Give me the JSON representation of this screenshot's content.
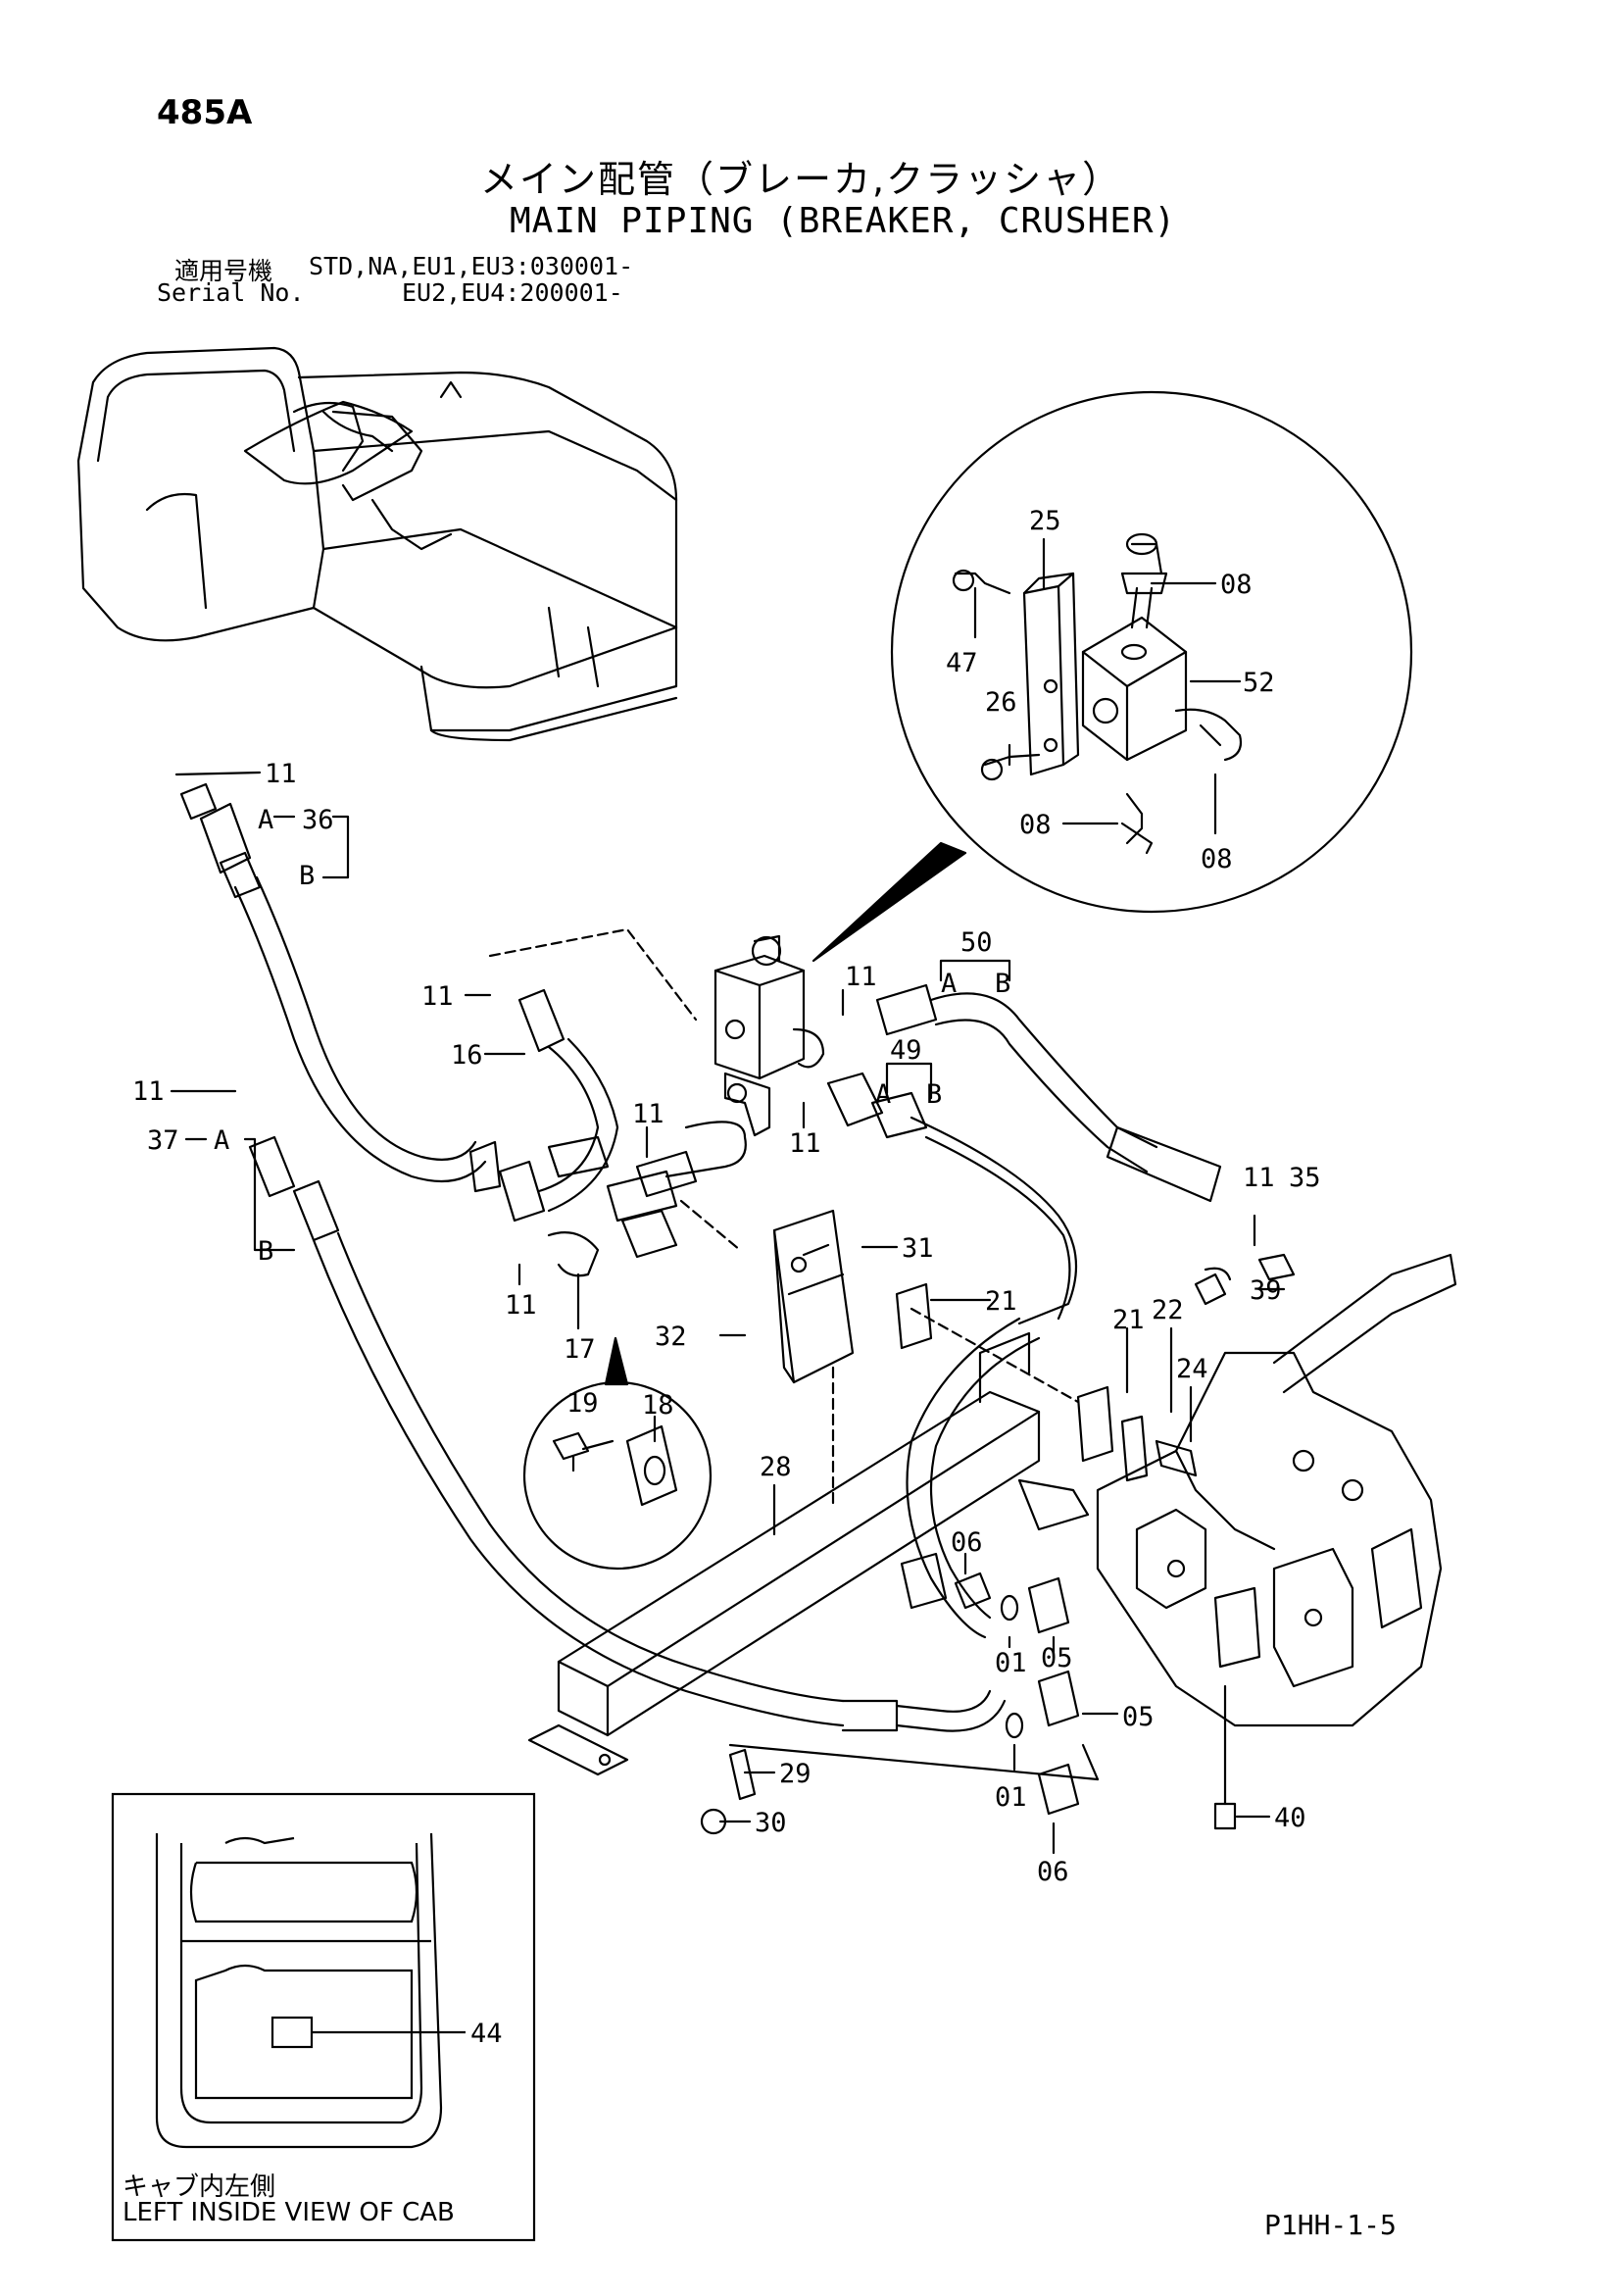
{
  "page_number": "485A",
  "title_jp": "メイン配管（ブレーカ,クラッシャ）",
  "title_en": "MAIN PIPING (BREAKER, CRUSHER)",
  "serial": {
    "label_jp": "適用号機",
    "label_en": "Serial No.",
    "line1": "STD,NA,EU1,EU3:030001-",
    "line2": "EU2,EU4:200001-"
  },
  "inset": {
    "caption_jp": "キャブ内左側",
    "caption_en": "LEFT INSIDE VIEW OF CAB"
  },
  "footer_code": "P1HH-1-5",
  "callouts": {
    "c11a": "11",
    "c36": "36",
    "cA1": "A",
    "cB1": "B",
    "c25": "25",
    "c08a": "08",
    "c47": "47",
    "c52": "52",
    "c26": "26",
    "c08b": "08",
    "c08c": "08",
    "c11b": "11",
    "c16": "16",
    "c11c": "11",
    "c50": "50",
    "cA2": "A",
    "cB2": "B",
    "c49": "49",
    "cA3": "A",
    "cB3": "B",
    "c11d": "11",
    "c11e": "11",
    "c11f": "11",
    "c37": "37",
    "cA4": "A",
    "cB4": "B",
    "c11g": "11",
    "c35": "35",
    "c31": "31",
    "c21a": "21",
    "c39": "39",
    "c11h": "11",
    "c17": "17",
    "c32": "32",
    "c21b": "21",
    "c22": "22",
    "c24": "24",
    "c19": "19",
    "c18": "18",
    "c28": "28",
    "c06a": "06",
    "c01a": "01",
    "c05a": "05",
    "c05b": "05",
    "c29": "29",
    "c01b": "01",
    "c30": "30",
    "c40": "40",
    "c06b": "06",
    "c44": "44"
  }
}
